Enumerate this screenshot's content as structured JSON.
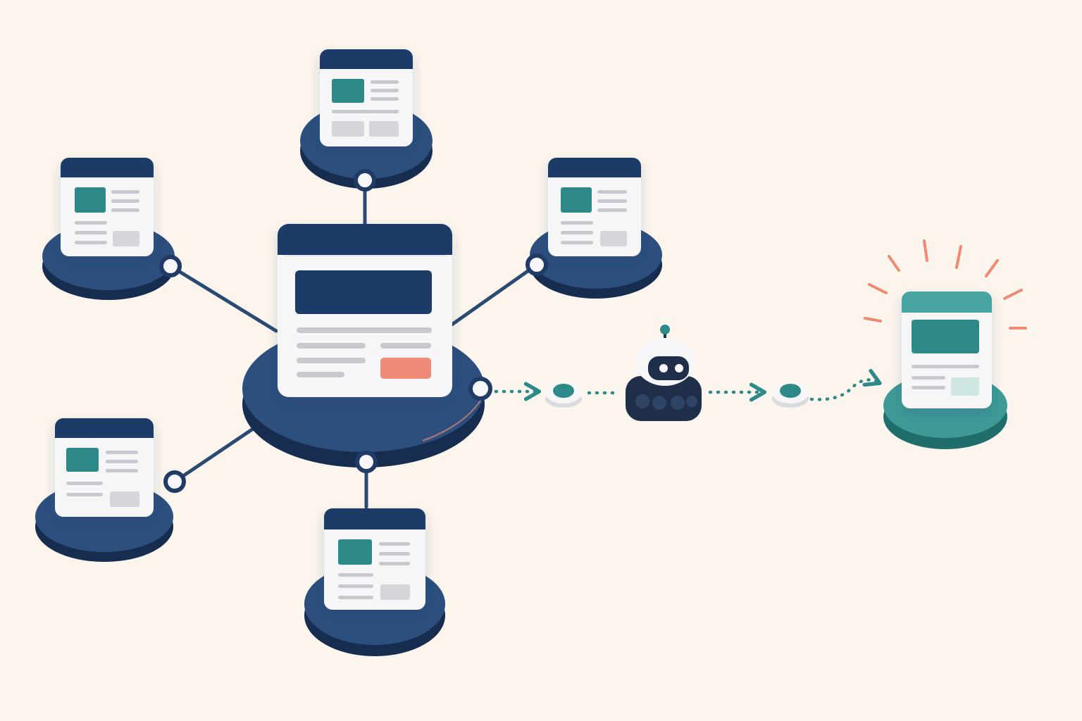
{
  "diagram": {
    "hub": {
      "kind": "main-page",
      "cta": "accent-button"
    },
    "satellites": [
      {
        "id": "top",
        "kind": "page"
      },
      {
        "id": "upper-left",
        "kind": "page"
      },
      {
        "id": "upper-right",
        "kind": "page"
      },
      {
        "id": "lower-left",
        "kind": "page"
      },
      {
        "id": "bottom",
        "kind": "page"
      }
    ],
    "flow": {
      "agent": "robot-icon",
      "target": {
        "kind": "highlighted-page",
        "effect": "sparkle-rays"
      }
    }
  },
  "colors": {
    "background": "#fbf5ed",
    "navy": "#1f3b66",
    "navy_dark": "#172d50",
    "teal": "#2e8a88",
    "teal_light": "#46a4a1",
    "coral": "#ee8a74",
    "card": "#f6f6f8",
    "line_gray": "#c7c9cf",
    "connector": "#2b4a73"
  }
}
